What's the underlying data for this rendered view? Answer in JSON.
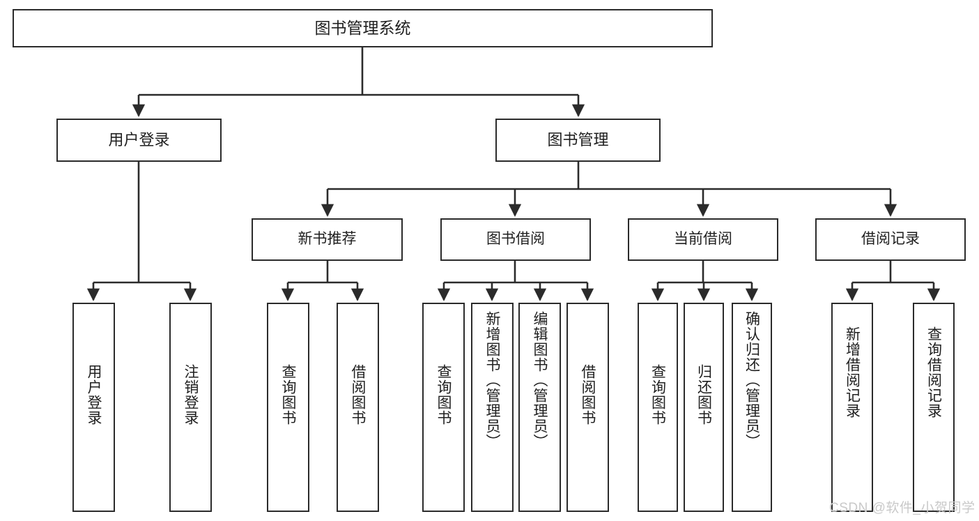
{
  "diagram": {
    "title": "图书管理系统",
    "type": "tree-hierarchy",
    "root": {
      "label": "图书管理系统"
    },
    "level2": [
      {
        "label": "用户登录"
      },
      {
        "label": "图书管理"
      }
    ],
    "level3": [
      {
        "label": "新书推荐"
      },
      {
        "label": "图书借阅"
      },
      {
        "label": "当前借阅"
      },
      {
        "label": "借阅记录"
      }
    ],
    "leaves": {
      "user_login": [
        {
          "label": "用户登录"
        },
        {
          "label": "注销登录"
        }
      ],
      "new_book_recommend": [
        {
          "label": "查询图书"
        },
        {
          "label": "借阅图书"
        }
      ],
      "book_borrow": [
        {
          "label": "查询图书"
        },
        {
          "label": "新增图书（管理员）"
        },
        {
          "label": "编辑图书（管理员）"
        },
        {
          "label": "借阅图书"
        }
      ],
      "current_borrow": [
        {
          "label": "查询图书"
        },
        {
          "label": "归还图书"
        },
        {
          "label": "确认归还（管理员）"
        }
      ],
      "borrow_record": [
        {
          "label": "新增借阅记录"
        },
        {
          "label": "查询借阅记录"
        }
      ]
    }
  },
  "watermark": {
    "text": "CSDN @软件_小贺同学"
  },
  "colors": {
    "stroke": "#2b2b2b",
    "fill": "#ffffff",
    "text": "#1f1f1f",
    "watermark": "#c9c9c9"
  }
}
